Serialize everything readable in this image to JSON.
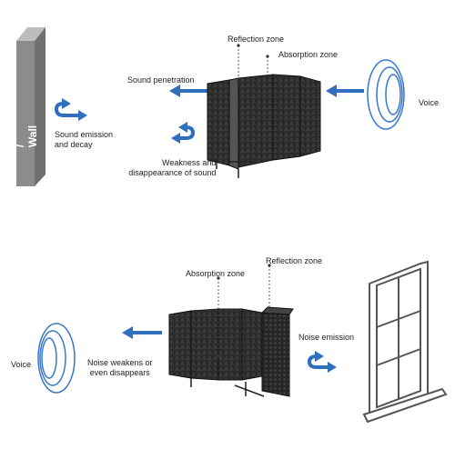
{
  "top_panel": {
    "wall_label": "/ Wall",
    "sound_emission": [
      "Sound emission",
      "and decay"
    ],
    "sound_penetration": "Sound penetration",
    "weakness": [
      "Weakness and",
      "disappearance of sound"
    ],
    "reflection_zone": "Reflection zone",
    "absorption_zone": "Absorption zone",
    "voice": "Voice"
  },
  "bottom_panel": {
    "absorption_zone": "Absorption zone",
    "reflection_zone": "Reflection zone",
    "noise_emission": "Noise emission",
    "voice": "Voice",
    "noise_weakens": [
      "Noise weakens or",
      "even disappears"
    ]
  },
  "colors": {
    "arrow_blue": "#2f6fbe",
    "foam_dark": "#2b2b2b",
    "wall_gray": "#8c8c8c",
    "wave_blue": "#3a78c9"
  }
}
